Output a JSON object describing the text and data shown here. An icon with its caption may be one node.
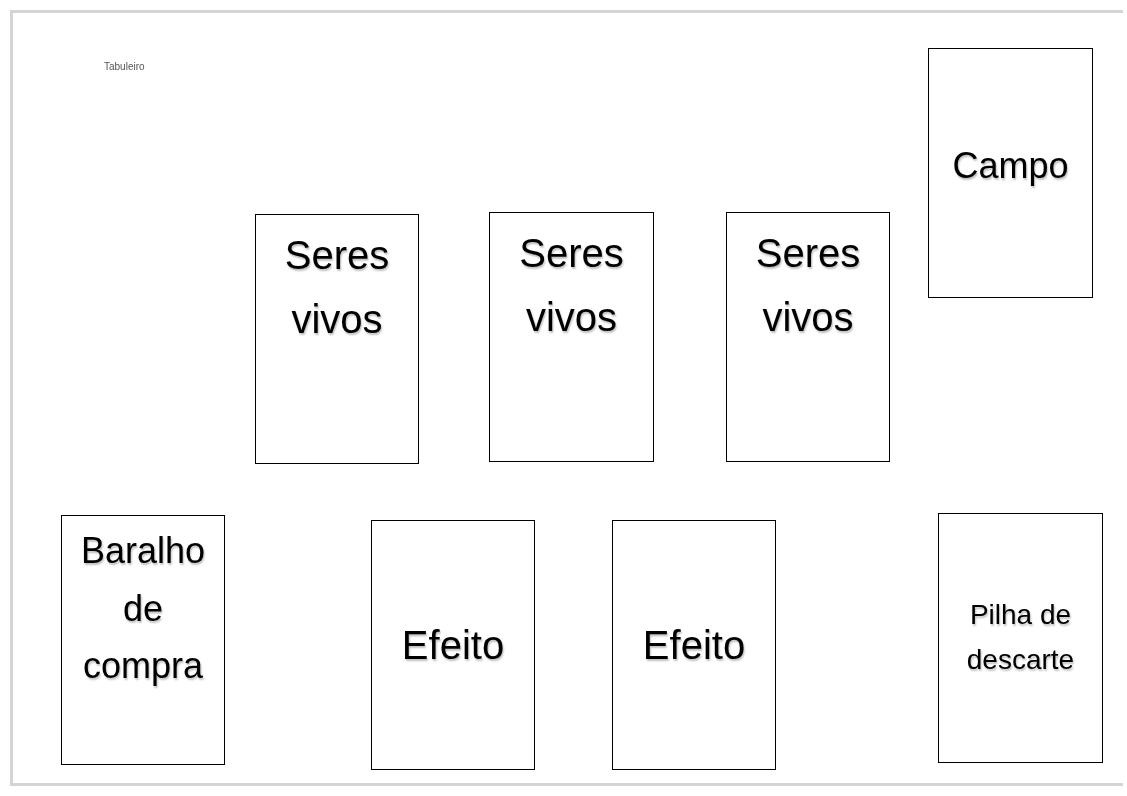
{
  "diagram": {
    "title": "Tabuleiro",
    "nodes": [
      {
        "text": [
          "Campo"
        ]
      },
      {
        "text": [
          "Seres vivos"
        ]
      },
      {
        "text": [
          "Seres vivos"
        ]
      },
      {
        "text": [
          "Seres vivos"
        ]
      },
      {
        "text": [
          "Baralho de compra"
        ]
      },
      {
        "text": [
          "Efeito"
        ]
      },
      {
        "text": [
          "Efeito"
        ]
      },
      {
        "text": [
          "Pilha de descarte"
        ]
      }
    ]
  }
}
